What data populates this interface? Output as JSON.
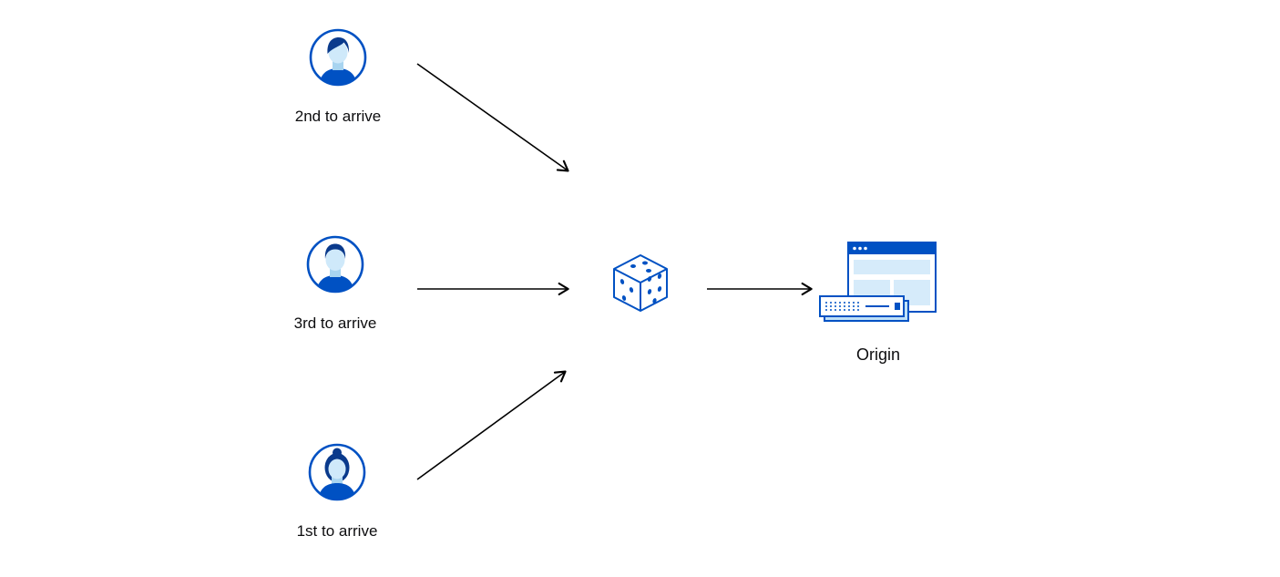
{
  "diagram": {
    "clients": [
      {
        "label": "2nd to arrive",
        "icon": "user-avatar-male-icon"
      },
      {
        "label": "3rd to arrive",
        "icon": "user-avatar-male-icon"
      },
      {
        "label": "1st to arrive",
        "icon": "user-avatar-female-icon"
      }
    ],
    "selector": {
      "icon": "dice-icon"
    },
    "origin": {
      "label": "Origin",
      "icon": "origin-server-icon"
    }
  },
  "colors": {
    "accent_blue": "#0051c3",
    "dark_blue": "#0a3a8c",
    "light_blue_fill": "#d6ebfa",
    "skin_fill": "#cfe9fa",
    "arrow": "#000000",
    "text": "#0d0d0f",
    "background": "#ffffff"
  }
}
